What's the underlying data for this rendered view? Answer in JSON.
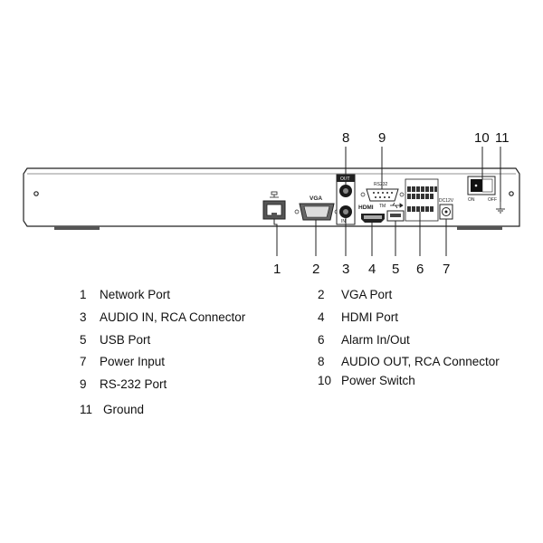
{
  "callouts": {
    "c1": "1",
    "c2": "2",
    "c3": "3",
    "c4": "4",
    "c5": "5",
    "c6": "6",
    "c7": "7",
    "c8": "8",
    "c9": "9",
    "c10": "10",
    "c11": "11"
  },
  "panel_labels": {
    "vga": "VGA",
    "rs232": "RS232",
    "hdmi": "HDMI",
    "hdmi_sub": "TM",
    "power_in": "DC12V",
    "on": "ON",
    "off": "OFF",
    "audio_top": "OUT",
    "audio_bottom": "IN"
  },
  "legend": [
    {
      "num": "1",
      "text": "Network Port"
    },
    {
      "num": "2",
      "text": "VGA Port"
    },
    {
      "num": "3",
      "text": "AUDIO IN, RCA Connector"
    },
    {
      "num": "4",
      "text": "HDMI Port"
    },
    {
      "num": "5",
      "text": "USB Port"
    },
    {
      "num": "6",
      "text": "Alarm In/Out"
    },
    {
      "num": "7",
      "text": "Power Input"
    },
    {
      "num": "8",
      "text": "AUDIO OUT, RCA Connector"
    },
    {
      "num": "9",
      "text": "RS-232 Port"
    },
    {
      "num": "10",
      "text": "Power Switch"
    },
    {
      "num": "11",
      "text": "Ground"
    }
  ],
  "colors": {
    "outline": "#222222",
    "panel": "#ffffff",
    "port_dark": "#333333",
    "rca_dark": "#1a1a1a"
  },
  "icons": [
    "network-icon",
    "usb-icon",
    "ground-icon"
  ]
}
